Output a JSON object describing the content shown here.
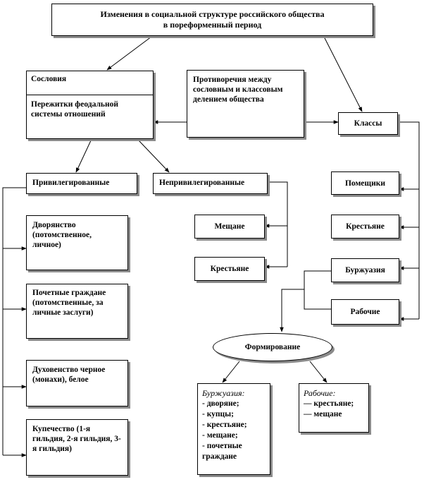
{
  "title": {
    "line1": "Изменения в социальной структуре российского общества",
    "line2": "в пореформенный период"
  },
  "estates": {
    "header": "Сословия",
    "body": "Пережитки феодальной системы отношений"
  },
  "contradictions": "Противоречия между сословным и классовым делением общества",
  "classes": "Классы",
  "privileged": {
    "label": "Привилегированные",
    "items": [
      "Дворянство (потомственное, личное)",
      "Почетные граждане (потомственные, за личные заслуги)",
      "Духовенство черное (монахи), белое",
      "Купечество (1-я гильдия, 2-я гильдия, 3-я гильдия)"
    ]
  },
  "unprivileged": {
    "label": "Непривилегированные",
    "items": [
      "Мещане",
      "Крестьяне"
    ]
  },
  "class_items": [
    "Помещики",
    "Крестьяне",
    "Буржуазия",
    "Рабочие"
  ],
  "formation": "Формирование",
  "bourgeoisie_sources": {
    "title": "Буржуазия:",
    "items": [
      "- дворяне;",
      "- купцы;",
      "- крестьяне;",
      "- мещане;",
      "- почетные граждане"
    ]
  },
  "workers_sources": {
    "title": "Рабочие:",
    "items": [
      "— крестьяне;",
      "— мещане"
    ]
  }
}
